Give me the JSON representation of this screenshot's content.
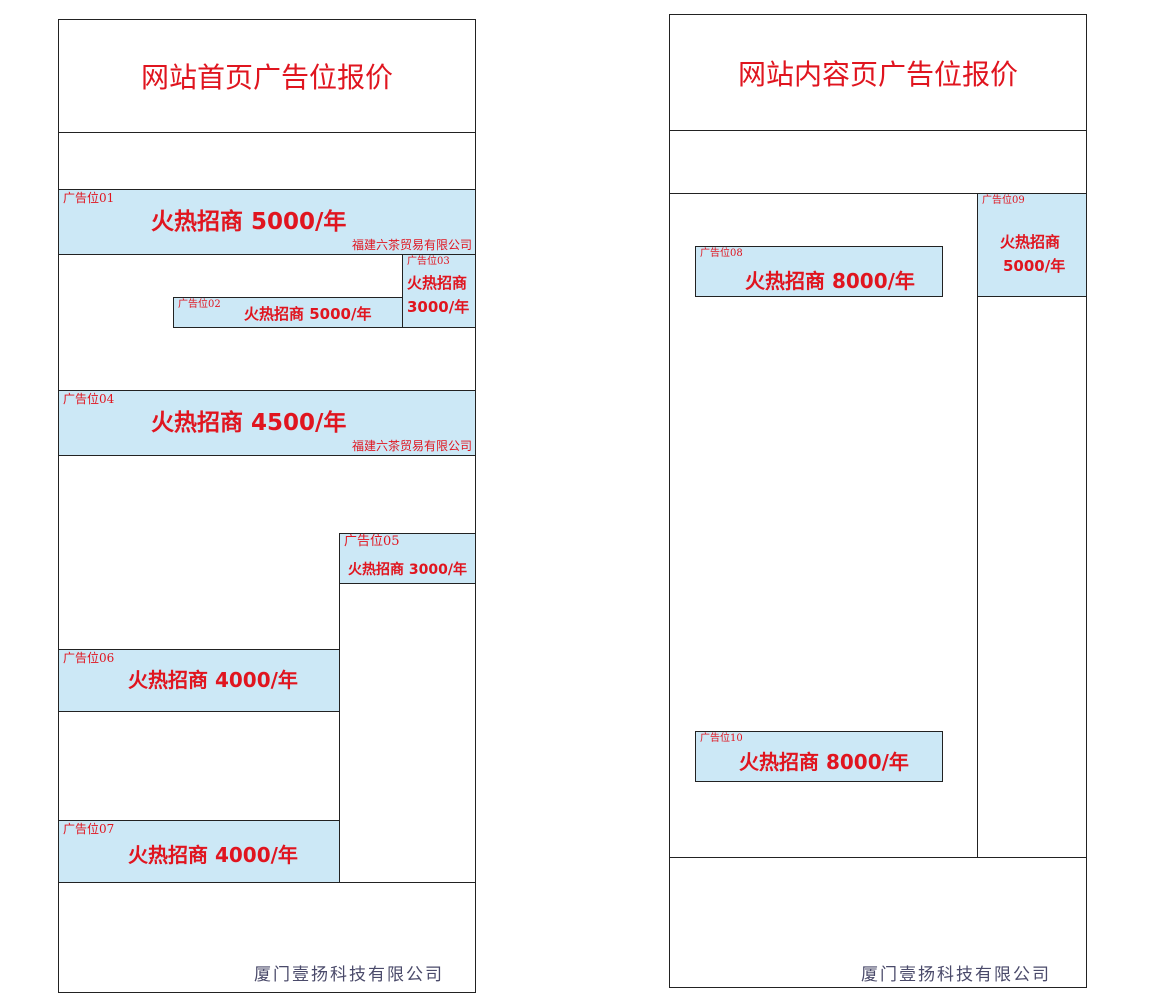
{
  "colors": {
    "accent_red": "#e0151f",
    "ad_fill": "#cce8f6",
    "border": "#222222",
    "footer_text": "#4a4a6a"
  },
  "home": {
    "title": "网站首页广告位报价",
    "footer": "厦门壹扬科技有限公司",
    "ads": [
      {
        "label": "广告位01",
        "price": "火热招商 5000/年",
        "company": "福建六茶贸易有限公司"
      },
      {
        "label": "广告位02",
        "price": "火热招商 5000/年"
      },
      {
        "label": "广告位03",
        "price_line1": "火热招商",
        "price_line2": "3000/年"
      },
      {
        "label": "广告位04",
        "price": "火热招商 4500/年",
        "company": "福建六茶贸易有限公司"
      },
      {
        "label": "广告位05",
        "price": "火热招商 3000/年"
      },
      {
        "label": "广告位06",
        "price": "火热招商 4000/年"
      },
      {
        "label": "广告位07",
        "price": "火热招商 4000/年"
      }
    ]
  },
  "content": {
    "title": "网站内容页广告位报价",
    "footer": "厦门壹扬科技有限公司",
    "ads": [
      {
        "label": "广告位08",
        "price": "火热招商 8000/年"
      },
      {
        "label": "广告位09",
        "price_line1": "火热招商",
        "price_line2": "5000/年"
      },
      {
        "label": "广告位10",
        "price": "火热招商 8000/年"
      }
    ]
  }
}
